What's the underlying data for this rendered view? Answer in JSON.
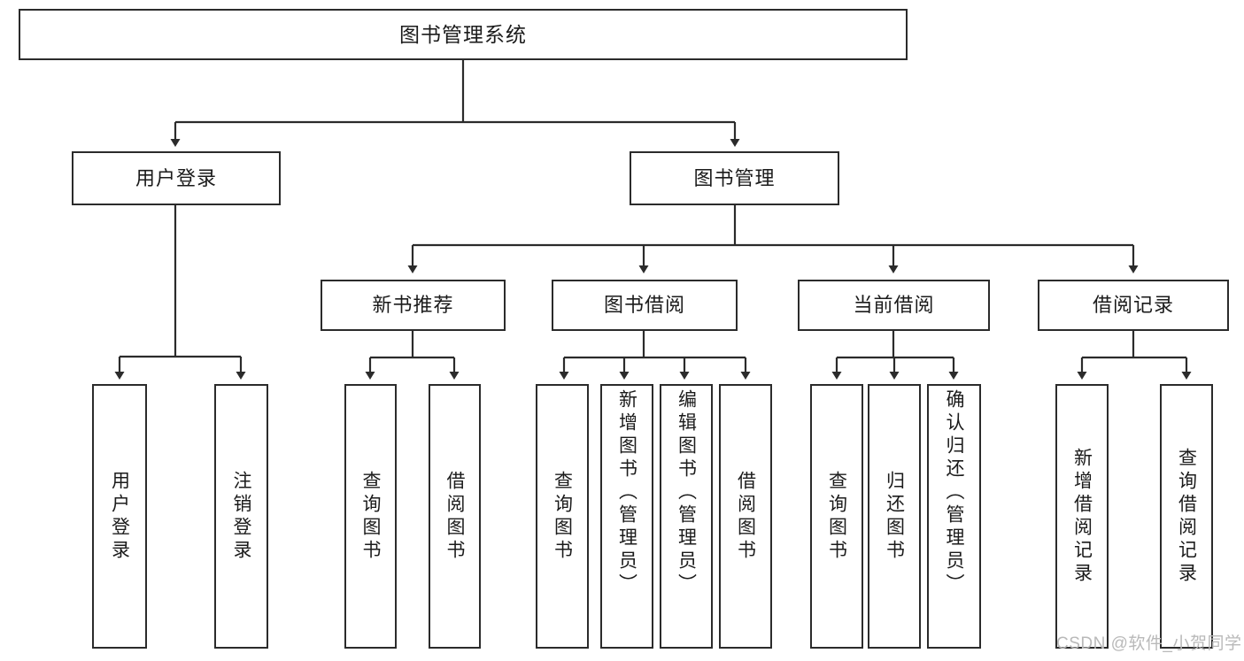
{
  "diagram": {
    "type": "tree",
    "title": "图书管理系统",
    "watermark": "CSDN @软件_小贺同学",
    "colors": {
      "box_border": "#2b2b2b",
      "box_fill": "#ffffff",
      "connector": "#2b2b2b",
      "text": "#1b1b1b",
      "watermark": "#b9b9b9"
    },
    "nodes": {
      "root": {
        "label": "图书管理系统"
      },
      "level2": [
        {
          "label": "用户登录"
        },
        {
          "label": "图书管理"
        }
      ],
      "level3": [
        {
          "label": "新书推荐"
        },
        {
          "label": "图书借阅"
        },
        {
          "label": "当前借阅"
        },
        {
          "label": "借阅记录"
        }
      ],
      "leaves": {
        "user_login": [
          {
            "label": "用户登录"
          },
          {
            "label": "注销登录"
          }
        ],
        "new_book": [
          {
            "label": "查询图书"
          },
          {
            "label": "借阅图书"
          }
        ],
        "book_borrow": [
          {
            "label": "查询图书"
          },
          {
            "label": "新增图书（管理员）"
          },
          {
            "label": "编辑图书（管理员）"
          },
          {
            "label": "借阅图书"
          }
        ],
        "current_borrow": [
          {
            "label": "查询图书"
          },
          {
            "label": "归还图书"
          },
          {
            "label": "确认归还（管理员）"
          }
        ],
        "borrow_record": [
          {
            "label": "新增借阅记录"
          },
          {
            "label": "查询借阅记录"
          }
        ]
      }
    }
  }
}
